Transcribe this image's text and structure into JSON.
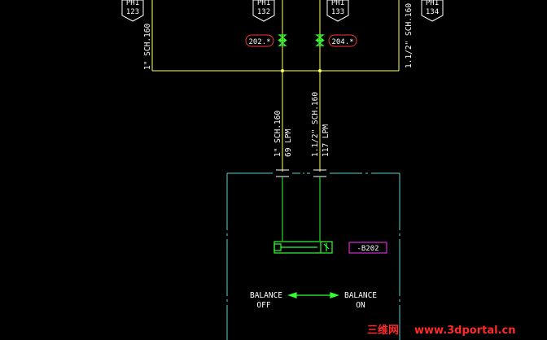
{
  "drawing": {
    "colors": {
      "background": "#000000",
      "pipe_yellow": "#ffff66",
      "valve_green": "#33ff33",
      "box_cyan": "#66cccc",
      "balloon_red": "#ff3333",
      "tag_magenta": "#ff33ff",
      "text_white": "#ffffff",
      "watermark_red": "#ff2a2a"
    },
    "tags": [
      {
        "prefix": "PH1",
        "number": "123"
      },
      {
        "prefix": "PH1",
        "number": "132"
      },
      {
        "prefix": "PH1",
        "number": "133"
      },
      {
        "prefix": "PH1",
        "number": "134"
      }
    ],
    "valve_balloons": [
      "202.*",
      "204.*"
    ],
    "pipe_labels": {
      "left_vertical_top": "1\" SCH.160",
      "right_vertical_top": "1.1/2\" SCH.160",
      "left_branch_line1": "1\" SCH.160",
      "left_branch_line2": "69 LPM",
      "right_branch_line1": "1.1/2\" SCH.160",
      "right_branch_line2": "117 LPM"
    },
    "component_tag": "-B202",
    "balance": {
      "off_line1": "BALANCE",
      "off_line2": "OFF",
      "on_line1": "BALANCE",
      "on_line2": "ON"
    },
    "watermark": {
      "chinese": "三维网",
      "url": "www.3dportal.cn"
    }
  }
}
